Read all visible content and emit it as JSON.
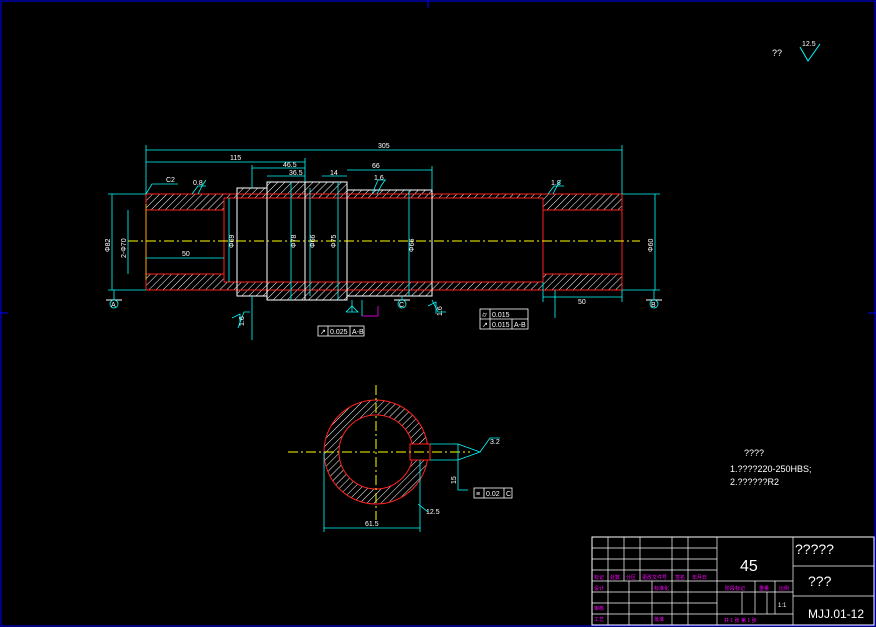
{
  "drawing": {
    "roughness_note": {
      "label": "??",
      "value": "12.5"
    },
    "dimensions": {
      "overall_length": "305",
      "left_bore_depth": "115",
      "shoulder_a": "46.5",
      "shoulder_b": "36.5",
      "groove": "14",
      "right_step": "66",
      "chamfer": "C2",
      "left_inner_len": "50",
      "right_inner_len": "50",
      "left_od": "Φ82",
      "left_id": "2-Φ70",
      "dia_69": "Φ69",
      "dia_78": "Φ78",
      "dia_66": "Φ66",
      "dia_75": "Φ75",
      "dia_right": "Φ66",
      "right_od": "Φ60",
      "section_width": "61.5",
      "keyway_depth": "15",
      "roughness_left": "0.8",
      "roughness_mid": "1.6",
      "roughness_right": "1.8",
      "roughness_bottom_left": "1.6",
      "roughness_bottom_right": "1.6",
      "roughness_section": "3.2",
      "roughness_section_b": "12.5"
    },
    "datums": {
      "a": "A",
      "c": "C",
      "b": "B"
    },
    "tolerances": {
      "runout_left": {
        "value": "0.025",
        "datum": "A-B"
      },
      "cyl_right": {
        "value": "0.015"
      },
      "runout_right": {
        "value": "0.015",
        "datum": "A-B"
      },
      "sym_section": {
        "value": "0.02",
        "datum": "C"
      }
    },
    "tech_requirements": {
      "title": "????",
      "line1": "1.????220-250HBS;",
      "line2": "2.??????R2"
    }
  },
  "title_block": {
    "material": "45",
    "part_name": "?????",
    "company": "???",
    "drawing_number": "MJJ.01-12",
    "scale": "1:1",
    "sheet_info": "共 1 张 第 1 张",
    "labels": [
      "标记",
      "处数",
      "分区",
      "更改文件号",
      "签名",
      "年月日",
      "设计",
      "标准化",
      "阶段标记",
      "重量",
      "比例",
      "审核",
      "工艺",
      "批准"
    ]
  },
  "colors": {
    "outline": "#ffffff",
    "section_edge": "#ff2020",
    "centerline": "#ffff00",
    "dimension": "#00ffff",
    "frame": "#0000ff",
    "hatch": "#ffffff",
    "magenta": "#ff00ff"
  }
}
